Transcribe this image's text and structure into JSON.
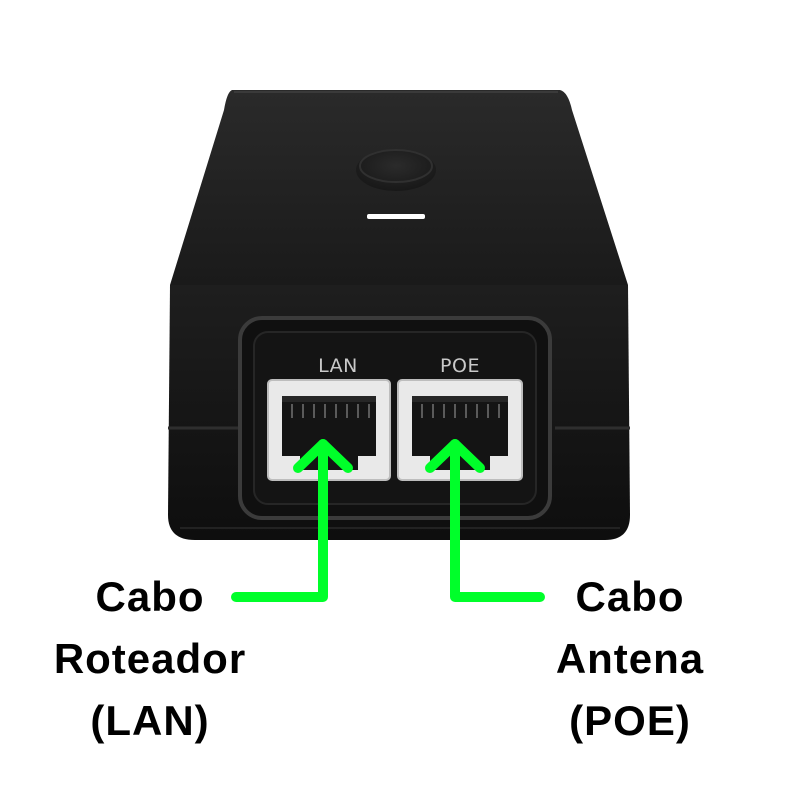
{
  "ports": {
    "lan_label": "LAN",
    "poe_label": "POE"
  },
  "captions": {
    "lan": {
      "line1": "Cabo",
      "line2": "Roteador",
      "line3": "(LAN)"
    },
    "poe": {
      "line1": "Cabo",
      "line2": "Antena",
      "line3": "(POE)"
    }
  },
  "colors": {
    "arrow": "#00ff2a",
    "device_body": "#1c1c1c",
    "device_front": "#151515",
    "port_frame": "#e8e8e8",
    "caption_text": "#000000"
  }
}
